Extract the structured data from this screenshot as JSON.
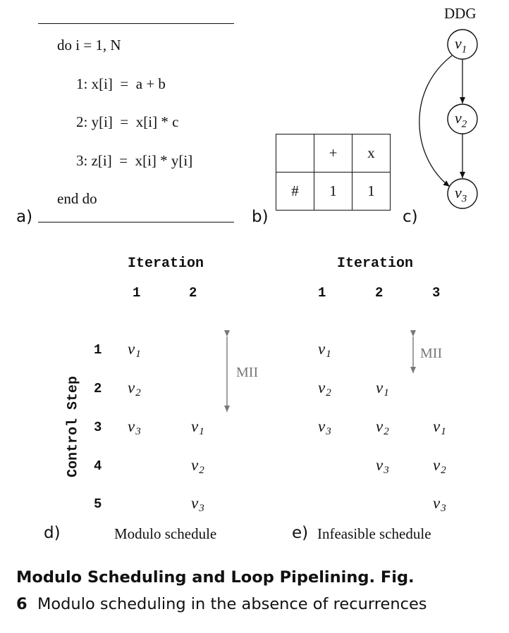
{
  "panel_a": {
    "label": "a)",
    "loop_header": "do i = 1, N",
    "statements": [
      "1: x[i]  =  a + b",
      "2: y[i]  =  x[i] * c",
      "3: z[i]  =  x[i] * y[i]"
    ],
    "loop_footer": "end do"
  },
  "panel_b": {
    "label": "b)",
    "header_row": [
      "",
      "+",
      "x"
    ],
    "data_row": [
      "#",
      "1",
      "1"
    ]
  },
  "panel_c": {
    "label": "c)",
    "title": "DDG",
    "nodes": [
      {
        "id": "v1",
        "base": "v",
        "sub": "1"
      },
      {
        "id": "v2",
        "base": "v",
        "sub": "2"
      },
      {
        "id": "v3",
        "base": "v",
        "sub": "3"
      }
    ],
    "edges": [
      [
        "v1",
        "v2"
      ],
      [
        "v2",
        "v3"
      ],
      [
        "v1",
        "v3"
      ]
    ]
  },
  "panel_d": {
    "label": "d)",
    "title": "Iteration",
    "iterations": [
      "1",
      "2"
    ],
    "steps": [
      "1",
      "2",
      "3",
      "4",
      "5"
    ],
    "step_axis_label": "Control Step",
    "mii_label": "MII",
    "caption": "Modulo schedule",
    "grid": [
      [
        "v1",
        ""
      ],
      [
        "v2",
        ""
      ],
      [
        "v3",
        "v1"
      ],
      [
        "",
        "v2"
      ],
      [
        "",
        "v3"
      ]
    ]
  },
  "panel_e": {
    "label": "e)",
    "title": "Iteration",
    "iterations": [
      "1",
      "2",
      "3"
    ],
    "mii_label": "MII",
    "caption": "Infeasible schedule",
    "grid": [
      [
        "v1",
        "",
        ""
      ],
      [
        "v2",
        "v1",
        ""
      ],
      [
        "v3",
        "v2",
        "v1"
      ],
      [
        "",
        "v3",
        "v2"
      ],
      [
        "",
        "",
        "v3"
      ]
    ]
  },
  "figure_caption": {
    "bold": "Modulo Scheduling and Loop Pipelining. Fig. 6",
    "text": "Modulo scheduling in the absence of recurrences"
  },
  "colors": {
    "ink": "#111111",
    "mii_gray": "#777777"
  }
}
